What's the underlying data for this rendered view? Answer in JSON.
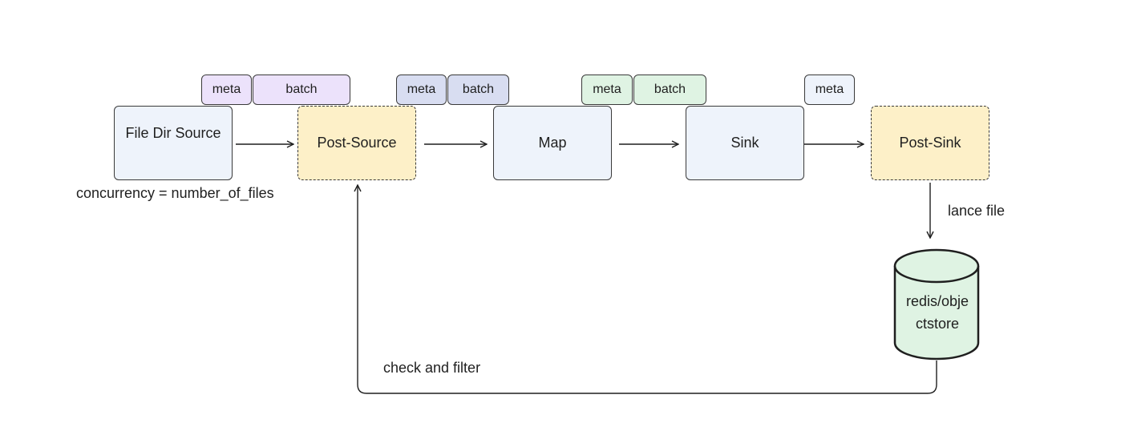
{
  "nodes": {
    "file_dir_source": "File Dir Source",
    "post_source": "Post-Source",
    "map": "Map",
    "sink": "Sink",
    "post_sink": "Post-Sink"
  },
  "tags": {
    "post_source_meta": "meta",
    "post_source_batch": "batch",
    "map_meta": "meta",
    "map_batch": "batch",
    "sink_meta": "meta",
    "sink_batch": "batch",
    "post_sink_meta": "meta"
  },
  "labels": {
    "concurrency": "concurrency = number_of_files",
    "lance_file": "lance file",
    "check_and_filter": "check and filter"
  },
  "store": {
    "line1": "redis/obje",
    "line2": "ctstore"
  },
  "colors": {
    "node_fill": "#eef3fb",
    "dashed_node_fill": "#fdf0c8",
    "tag_purple": "#ece2fb",
    "tag_slate": "#d8ddf1",
    "tag_green": "#dff3e3",
    "store_fill": "#dff3e3",
    "stroke": "#3a3a3a"
  }
}
